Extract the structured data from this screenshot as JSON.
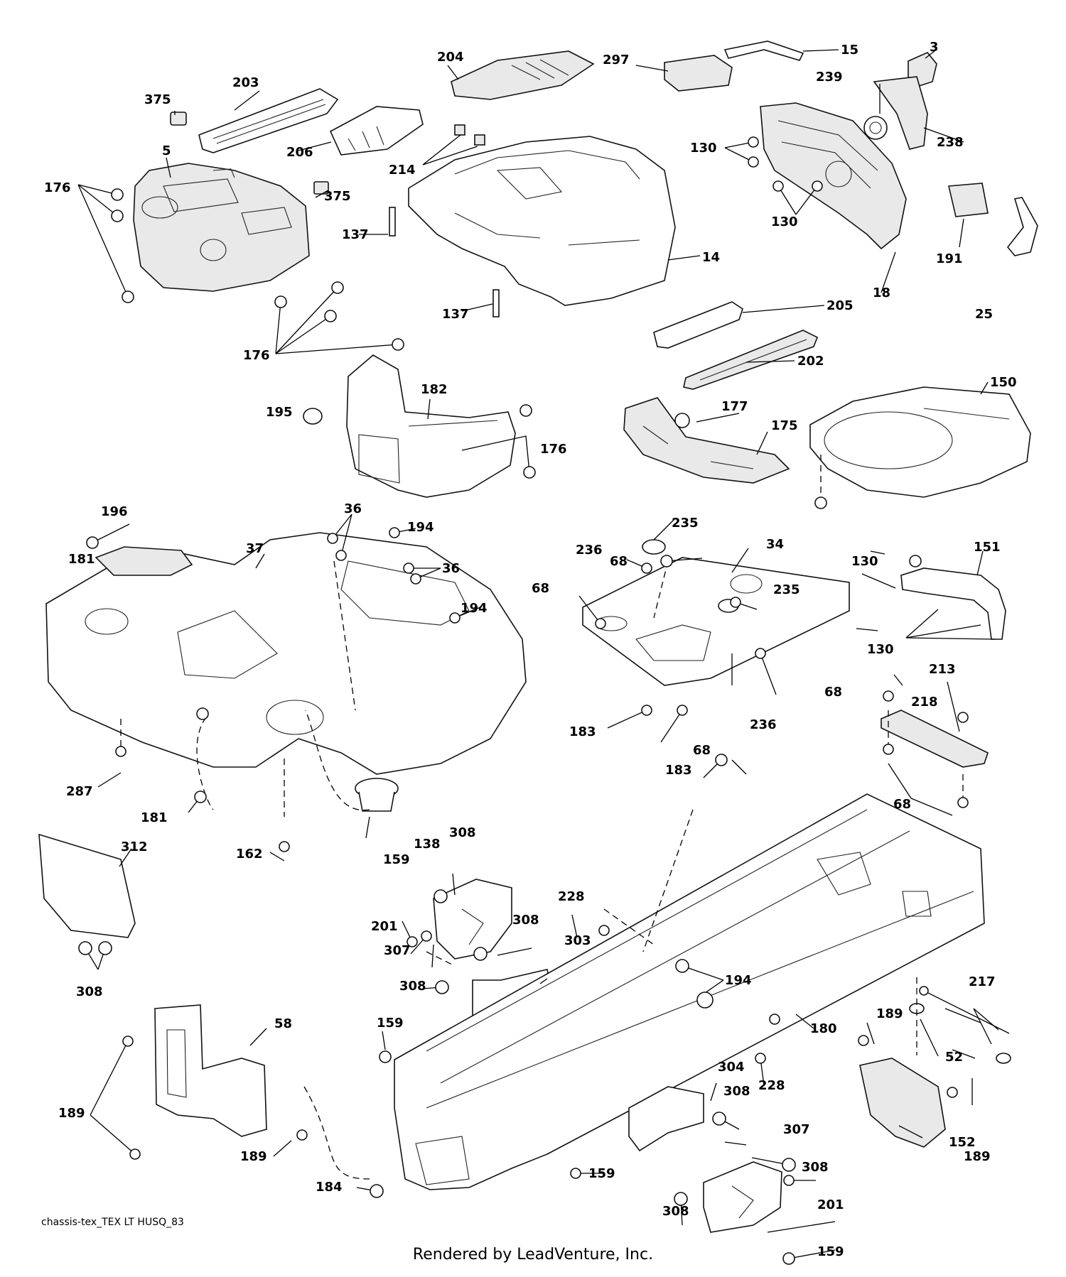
{
  "diagram": {
    "part_labels": [
      {
        "id": "p3",
        "text": "3"
      },
      {
        "id": "p5",
        "text": "5"
      },
      {
        "id": "p14",
        "text": "14"
      },
      {
        "id": "p15",
        "text": "15"
      },
      {
        "id": "p18",
        "text": "18"
      },
      {
        "id": "p25",
        "text": "25"
      },
      {
        "id": "p34",
        "text": "34"
      },
      {
        "id": "p36a",
        "text": "36"
      },
      {
        "id": "p36b",
        "text": "36"
      },
      {
        "id": "p37",
        "text": "37"
      },
      {
        "id": "p52",
        "text": "52"
      },
      {
        "id": "p58",
        "text": "58"
      },
      {
        "id": "p68a",
        "text": "68"
      },
      {
        "id": "p68b",
        "text": "68"
      },
      {
        "id": "p68c",
        "text": "68"
      },
      {
        "id": "p68d",
        "text": "68"
      },
      {
        "id": "p68e",
        "text": "68"
      },
      {
        "id": "p130a",
        "text": "130"
      },
      {
        "id": "p130b",
        "text": "130"
      },
      {
        "id": "p130c",
        "text": "130"
      },
      {
        "id": "p130d",
        "text": "130"
      },
      {
        "id": "p137a",
        "text": "137"
      },
      {
        "id": "p137b",
        "text": "137"
      },
      {
        "id": "p138",
        "text": "138"
      },
      {
        "id": "p150",
        "text": "150"
      },
      {
        "id": "p151",
        "text": "151"
      },
      {
        "id": "p152",
        "text": "152"
      },
      {
        "id": "p159a",
        "text": "159"
      },
      {
        "id": "p159b",
        "text": "159"
      },
      {
        "id": "p159c",
        "text": "159"
      },
      {
        "id": "p159d",
        "text": "159"
      },
      {
        "id": "p162",
        "text": "162"
      },
      {
        "id": "p175",
        "text": "175"
      },
      {
        "id": "p176a",
        "text": "176"
      },
      {
        "id": "p176b",
        "text": "176"
      },
      {
        "id": "p176c",
        "text": "176"
      },
      {
        "id": "p177",
        "text": "177"
      },
      {
        "id": "p180",
        "text": "180"
      },
      {
        "id": "p181a",
        "text": "181"
      },
      {
        "id": "p181b",
        "text": "181"
      },
      {
        "id": "p182",
        "text": "182"
      },
      {
        "id": "p183a",
        "text": "183"
      },
      {
        "id": "p183b",
        "text": "183"
      },
      {
        "id": "p184",
        "text": "184"
      },
      {
        "id": "p189a",
        "text": "189"
      },
      {
        "id": "p189b",
        "text": "189"
      },
      {
        "id": "p189c",
        "text": "189"
      },
      {
        "id": "p189d",
        "text": "189"
      },
      {
        "id": "p191",
        "text": "191"
      },
      {
        "id": "p194a",
        "text": "194"
      },
      {
        "id": "p194b",
        "text": "194"
      },
      {
        "id": "p194c",
        "text": "194"
      },
      {
        "id": "p195",
        "text": "195"
      },
      {
        "id": "p196",
        "text": "196"
      },
      {
        "id": "p201a",
        "text": "201"
      },
      {
        "id": "p201b",
        "text": "201"
      },
      {
        "id": "p202",
        "text": "202"
      },
      {
        "id": "p203",
        "text": "203"
      },
      {
        "id": "p204",
        "text": "204"
      },
      {
        "id": "p205",
        "text": "205"
      },
      {
        "id": "p206",
        "text": "206"
      },
      {
        "id": "p213",
        "text": "213"
      },
      {
        "id": "p214",
        "text": "214"
      },
      {
        "id": "p217",
        "text": "217"
      },
      {
        "id": "p218",
        "text": "218"
      },
      {
        "id": "p228a",
        "text": "228"
      },
      {
        "id": "p228b",
        "text": "228"
      },
      {
        "id": "p235a",
        "text": "235"
      },
      {
        "id": "p235b",
        "text": "235"
      },
      {
        "id": "p236a",
        "text": "236"
      },
      {
        "id": "p236b",
        "text": "236"
      },
      {
        "id": "p238",
        "text": "238"
      },
      {
        "id": "p239",
        "text": "239"
      },
      {
        "id": "p287",
        "text": "287"
      },
      {
        "id": "p297",
        "text": "297"
      },
      {
        "id": "p303",
        "text": "303"
      },
      {
        "id": "p304",
        "text": "304"
      },
      {
        "id": "p307a",
        "text": "307"
      },
      {
        "id": "p307b",
        "text": "307"
      },
      {
        "id": "p308a",
        "text": "308"
      },
      {
        "id": "p308b",
        "text": "308"
      },
      {
        "id": "p308c",
        "text": "308"
      },
      {
        "id": "p308d",
        "text": "308"
      },
      {
        "id": "p308e",
        "text": "308"
      },
      {
        "id": "p308f",
        "text": "308"
      },
      {
        "id": "p308g",
        "text": "308"
      },
      {
        "id": "p312",
        "text": "312"
      },
      {
        "id": "p375a",
        "text": "375"
      },
      {
        "id": "p375b",
        "text": "375"
      }
    ]
  },
  "footer": {
    "diagram_id": "chassis-tex_TEX LT HUSQ_83",
    "rendered_by": "Rendered by LeadVenture, Inc."
  }
}
